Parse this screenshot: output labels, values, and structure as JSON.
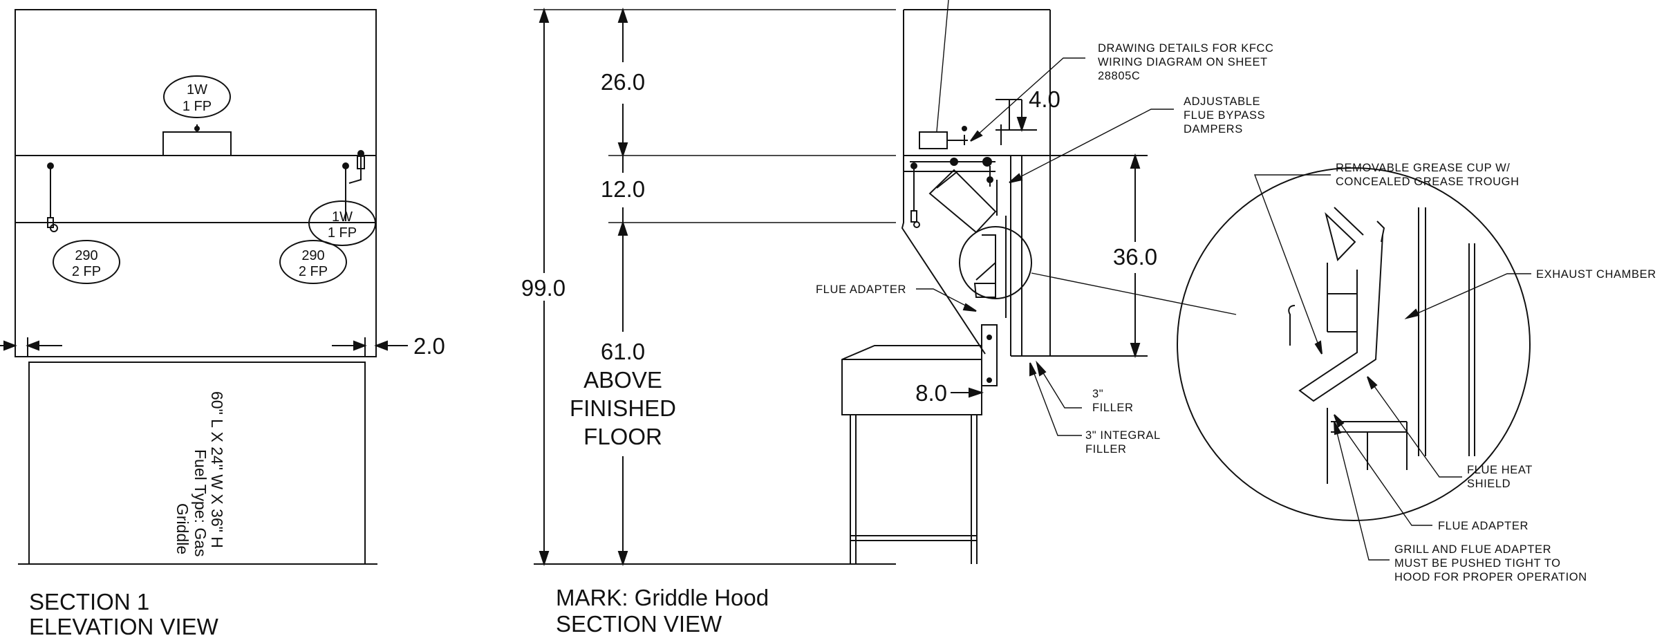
{
  "elevation": {
    "tags": [
      {
        "line1": "1W",
        "line2": "1 FP"
      },
      {
        "line1": "1W",
        "line2": "1 FP"
      },
      {
        "line1": "290",
        "line2": "2 FP"
      },
      {
        "line1": "290",
        "line2": "2 FP"
      }
    ],
    "overhang_dim": "2.0",
    "appliance_label": [
      "60\" L X 24\" W X 36\" H",
      "Fuel Type: Gas",
      "Griddle"
    ],
    "title": [
      "SECTION 1",
      "ELEVATION VIEW"
    ]
  },
  "section": {
    "dims": {
      "total": "99.0",
      "top": "26.0",
      "middle": "12.0",
      "floor": [
        "61.0",
        "ABOVE",
        "FINISHED",
        "FLOOR"
      ],
      "hood_height": "36.0",
      "offset": "4.0",
      "setback": "8.0"
    },
    "notes": {
      "kfcc": [
        "DRAWING DETAILS FOR KFCC",
        "WIRING DIAGRAM ON SHEET",
        "28805C"
      ],
      "dampers": [
        "ADJUSTABLE",
        "FLUE BYPASS",
        "DAMPERS"
      ],
      "flue_adapter": "FLUE ADAPTER",
      "filler": [
        "3\"",
        "FILLER"
      ],
      "integral_filler": [
        "3\" INTEGRAL",
        "FILLER"
      ]
    },
    "title": [
      "MARK: Griddle Hood",
      "SECTION VIEW"
    ]
  },
  "detail": {
    "notes": {
      "grease_cup": [
        "REMOVABLE GREASE CUP W/",
        "CONCEALED GREASE TROUGH"
      ],
      "exhaust": "EXHAUST CHAMBER",
      "heat_shield": [
        "FLUE HEAT",
        "SHIELD"
      ],
      "flue_adapter": "FLUE ADAPTER",
      "grill_note": [
        "GRILL AND FLUE ADAPTER",
        "MUST BE PUSHED TIGHT TO",
        "HOOD FOR PROPER OPERATION"
      ]
    }
  }
}
